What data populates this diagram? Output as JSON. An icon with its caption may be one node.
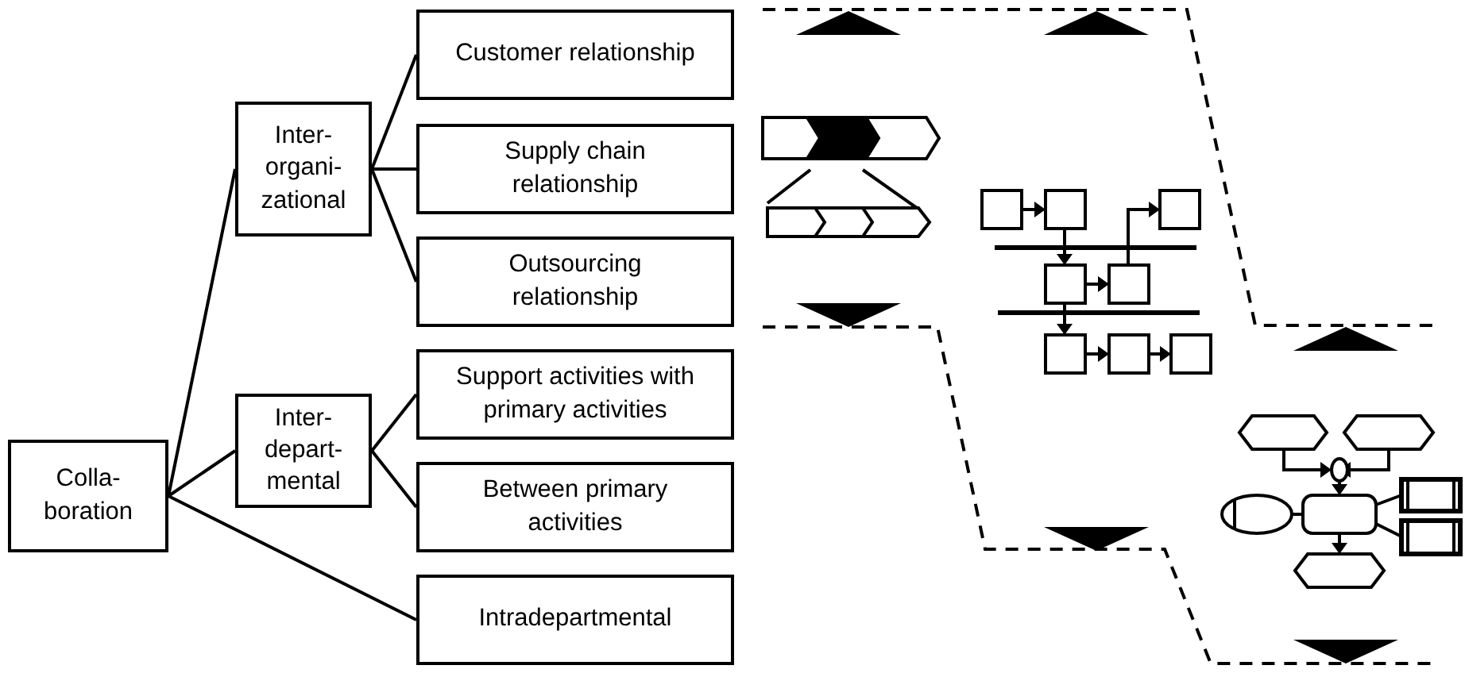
{
  "diagram": {
    "nodes": [
      {
        "text": [
          "Colla- boration"
        ]
      },
      {
        "text": [
          "Inter- organi- zational"
        ]
      },
      {
        "text": [
          "Customer relationship"
        ]
      },
      {
        "text": [
          "Supply chain relationship"
        ]
      },
      {
        "text": [
          "Outsourcing relationship"
        ]
      },
      {
        "text": [
          "Inter- depart- mental"
        ]
      },
      {
        "text": [
          "Support activities with primary activities"
        ]
      },
      {
        "text": [
          "Between primary activities"
        ]
      },
      {
        "text": [
          "Intradepartmental"
        ]
      }
    ],
    "edges": [
      {
        "from": 0,
        "to": 1,
        "arrow": "none"
      },
      {
        "from": 0,
        "to": 5,
        "arrow": "none"
      },
      {
        "from": 0,
        "to": 8,
        "arrow": "none"
      },
      {
        "from": 1,
        "to": 2,
        "arrow": "none"
      },
      {
        "from": 1,
        "to": 3,
        "arrow": "none"
      },
      {
        "from": 1,
        "to": 4,
        "arrow": "none"
      },
      {
        "from": 5,
        "to": 6,
        "arrow": "none"
      },
      {
        "from": 5,
        "to": 7,
        "arrow": "none"
      }
    ]
  }
}
